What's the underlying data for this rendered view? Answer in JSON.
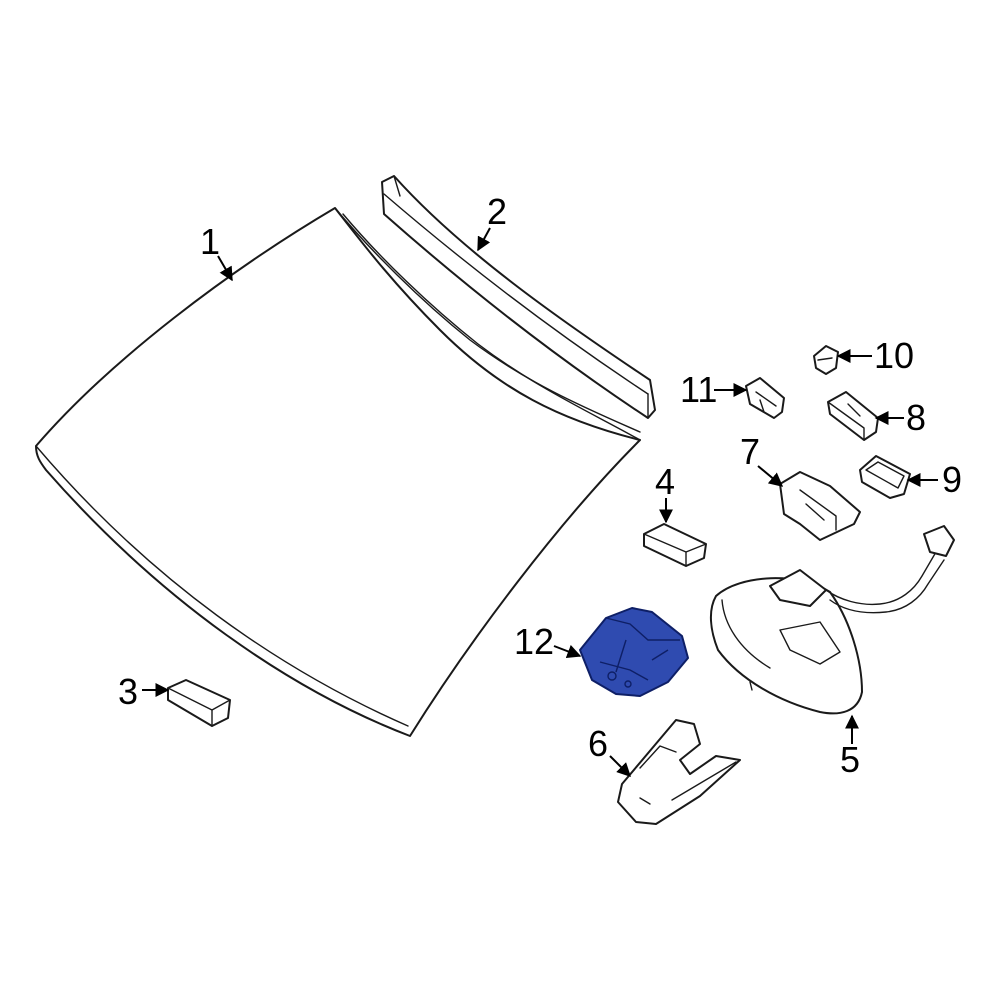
{
  "diagram": {
    "highlight_color": "#2f4bb0",
    "line_color": "#1a1a1a",
    "highlighted_part": "12",
    "callouts": [
      {
        "id": "1",
        "label": "1"
      },
      {
        "id": "2",
        "label": "2"
      },
      {
        "id": "3",
        "label": "3"
      },
      {
        "id": "4",
        "label": "4"
      },
      {
        "id": "5",
        "label": "5"
      },
      {
        "id": "6",
        "label": "6"
      },
      {
        "id": "7",
        "label": "7"
      },
      {
        "id": "8",
        "label": "8"
      },
      {
        "id": "9",
        "label": "9"
      },
      {
        "id": "10",
        "label": "10"
      },
      {
        "id": "11",
        "label": "11"
      },
      {
        "id": "12",
        "label": "12"
      }
    ]
  }
}
